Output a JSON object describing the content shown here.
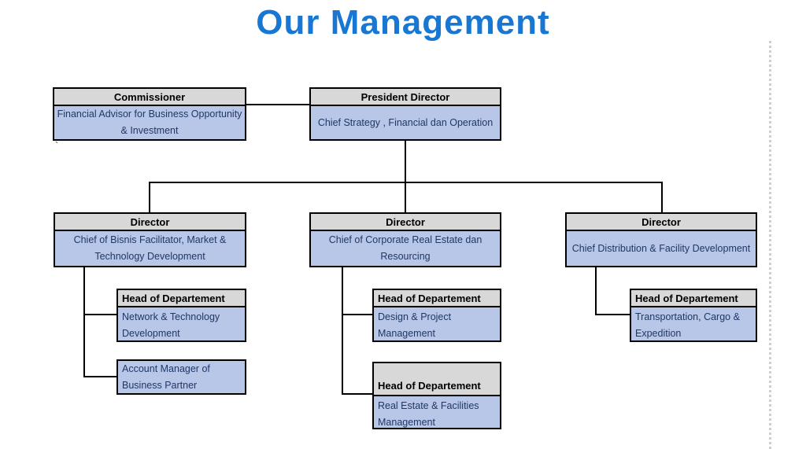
{
  "title": "Our Management",
  "stray_mark": "`",
  "colors": {
    "title_blue": "#1777d2",
    "header_gray": "#d8d8d8",
    "body_blue": "#b8c6e8",
    "line_black": "#000000",
    "body_text_navy": "#1f3864"
  },
  "nodes": {
    "commissioner": {
      "header": "Commissioner",
      "body": "Financial Advisor for Business Opportunity & Investment"
    },
    "president_director": {
      "header": "President Director",
      "body": "Chief Strategy , Financial dan Operation"
    },
    "director_bisnis": {
      "header": "Director",
      "body": "Chief of Bisnis Facilitator, Market & Technology Development"
    },
    "director_corporate": {
      "header": "Director",
      "body": "Chief of Corporate Real Estate dan Resourcing"
    },
    "director_distribution": {
      "header": "Director",
      "body": "Chief Distribution & Facility Development"
    },
    "head_network": {
      "header": "Head of Departement",
      "body": "Network & Technology Development"
    },
    "account_manager": {
      "body": "Account Manager of Business Partner"
    },
    "head_design": {
      "header": "Head of Departement",
      "body": "Design & Project Management"
    },
    "head_realestate": {
      "header": "Head of Departement",
      "body": "Real Estate & Facilities Management"
    },
    "head_transport": {
      "header": "Head of Departement",
      "body": "Transportation, Cargo & Expedition"
    }
  }
}
